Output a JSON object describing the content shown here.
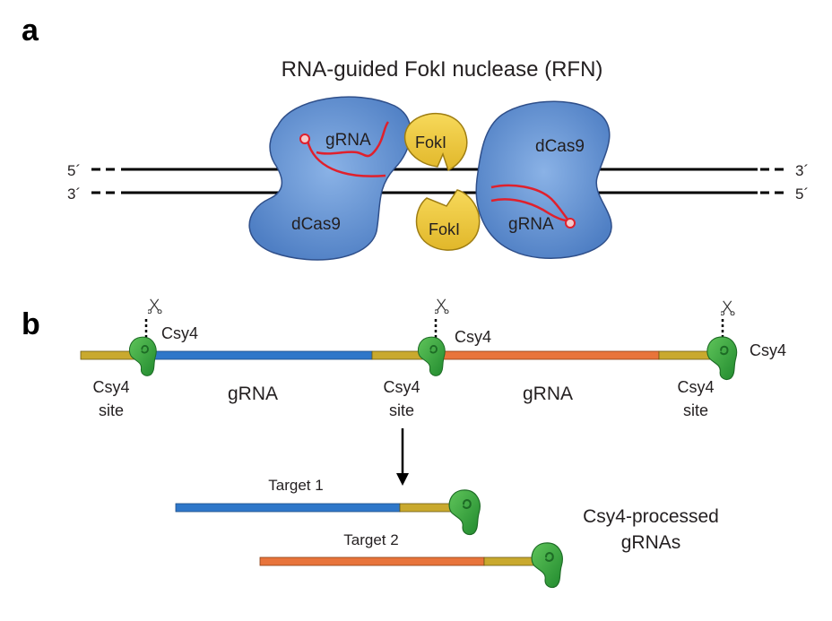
{
  "panel_a": {
    "letter": "a",
    "title": "RNA-guided FokI nuclease (RFN)",
    "strand_top_left": "5´",
    "strand_top_right": "3´",
    "strand_bottom_left": "3´",
    "strand_bottom_right": "5´",
    "left_protein": {
      "grna_label": "gRNA",
      "dcas9_label": "dCas9"
    },
    "right_protein": {
      "grna_label": "gRNA",
      "dcas9_label": "dCas9"
    },
    "foki_top": "FokI",
    "foki_bottom": "FokI"
  },
  "panel_b": {
    "letter": "b",
    "csy4_labels": [
      "Csy4",
      "Csy4",
      "Csy4"
    ],
    "site_labels": [
      {
        "line1": "Csy4",
        "line2": "site"
      },
      {
        "line1": "Csy4",
        "line2": "site"
      },
      {
        "line1": "Csy4",
        "line2": "site"
      }
    ],
    "grna_labels": [
      "gRNA",
      "gRNA"
    ],
    "target1_label": "Target 1",
    "target2_label": "Target 2",
    "processed_label_line1": "Csy4-processed",
    "processed_label_line2": "gRNAs"
  },
  "colors": {
    "dcas9_blue": "#5b8ed1",
    "dcas9_outline": "#2f4f8a",
    "grna_red": "#e0202c",
    "foki_yellow": "#f2c93b",
    "csy4_green": "#3aa53a",
    "site_gold": "#c9a92e",
    "grna_bar_blue": "#2f77c9",
    "grna_bar_orange": "#e8743b"
  },
  "icons": [
    "scissors-icon"
  ]
}
